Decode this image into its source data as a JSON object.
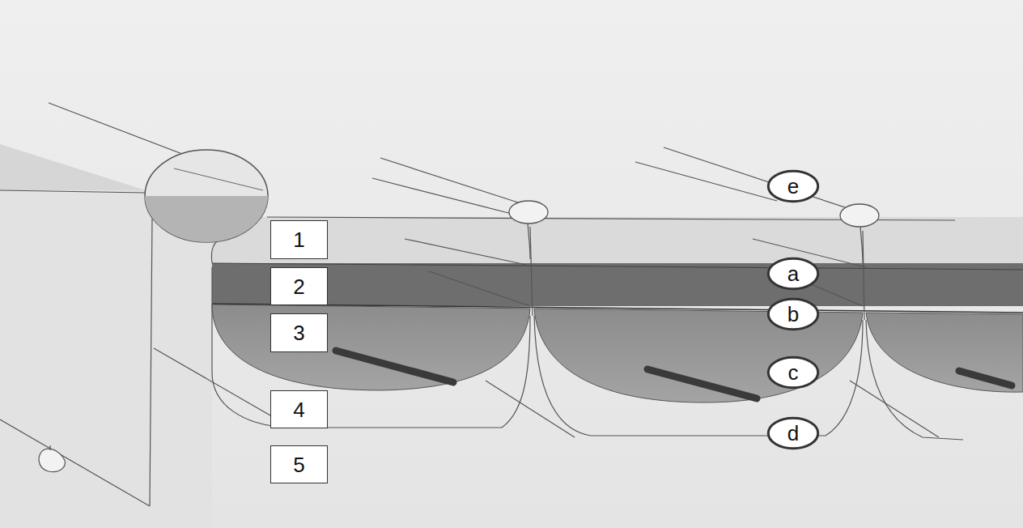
{
  "diagram": {
    "nodes": [
      {
        "text": [
          "e"
        ]
      },
      {
        "text": [
          "1"
        ]
      },
      {
        "text": [
          "a"
        ]
      },
      {
        "text": [
          "2"
        ]
      },
      {
        "text": [
          "b"
        ]
      },
      {
        "text": [
          "3"
        ]
      },
      {
        "text": [
          "c"
        ]
      },
      {
        "text": [
          "4"
        ]
      },
      {
        "text": [
          "d"
        ]
      },
      {
        "text": [
          "5"
        ]
      }
    ]
  }
}
